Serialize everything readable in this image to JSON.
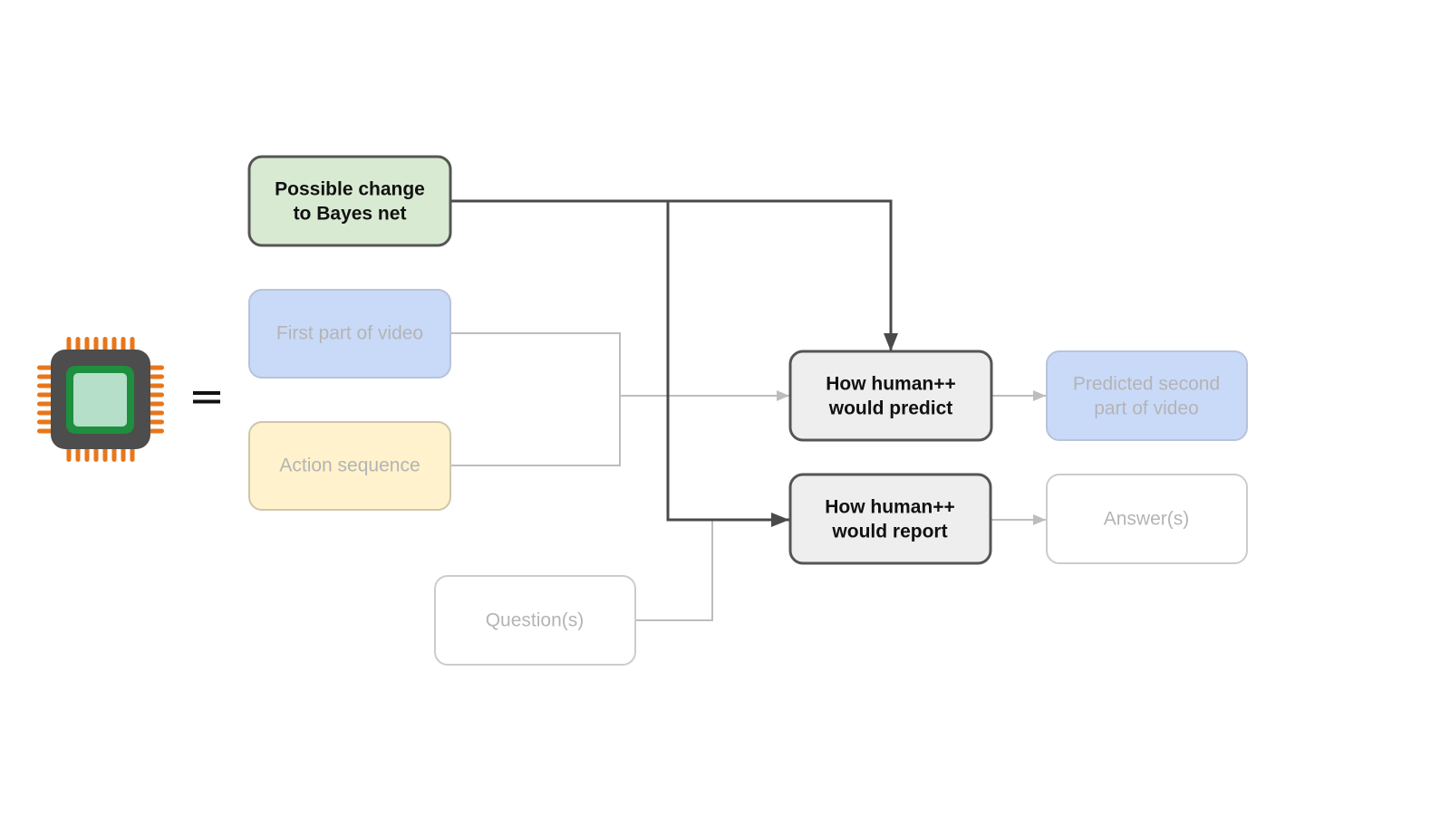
{
  "equals": "=",
  "nodes": {
    "bayes_change": {
      "lines": [
        "Possible change",
        "to Bayes net"
      ],
      "fill": "#d9ead3",
      "stroke": "#555555"
    },
    "first_part": {
      "lines": [
        "First part of video"
      ],
      "fill": "#c9daf8",
      "stroke": "#b7c3d9"
    },
    "action_sequence": {
      "lines": [
        "Action sequence"
      ],
      "fill": "#fff2cc",
      "stroke": "#cfc6ab"
    },
    "questions": {
      "lines": [
        "Question(s)"
      ],
      "fill": "#ffffff",
      "stroke": "#cccccc"
    },
    "predict": {
      "lines": [
        "How human++",
        "would predict"
      ],
      "fill": "#eeeeee",
      "stroke": "#555555"
    },
    "report": {
      "lines": [
        "How human++",
        "would report"
      ],
      "fill": "#eeeeee",
      "stroke": "#555555"
    },
    "predicted_second": {
      "lines": [
        "Predicted second",
        "part of video"
      ],
      "fill": "#c9daf8",
      "stroke": "#b7c3d9"
    },
    "answers": {
      "lines": [
        "Answer(s)"
      ],
      "fill": "#ffffff",
      "stroke": "#cccccc"
    }
  },
  "colors": {
    "dark_connector": "#4a4a4a",
    "light_connector": "#bdbdbd",
    "chip_body": "#4d4d4d",
    "chip_pins": "#e8761a",
    "chip_core_border": "#1e8f3e",
    "chip_core_fill": "#b6dfc9"
  },
  "icons": {
    "processor": "processor-chip-icon"
  }
}
